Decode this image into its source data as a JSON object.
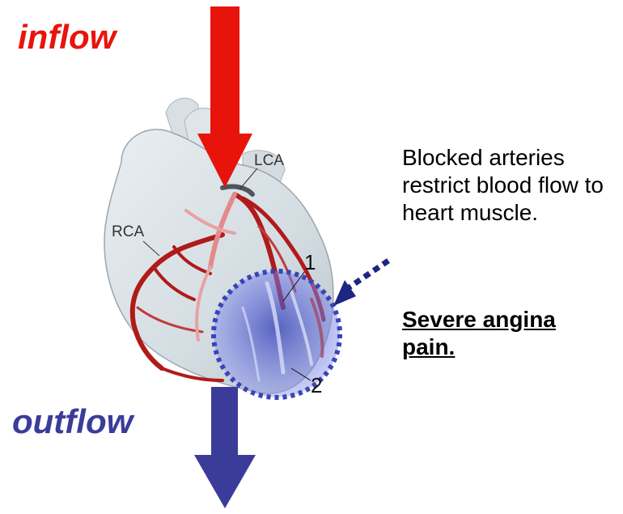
{
  "flow": {
    "inflow": "inflow",
    "outflow": "outflow"
  },
  "heart": {
    "lca": "LCA",
    "rca": "RCA",
    "point1": "1",
    "point2": "2"
  },
  "caption": {
    "description": "Blocked arteries restrict blood flow to heart muscle.",
    "severe": "Severe angina pain."
  },
  "colors": {
    "inflow": "#e8140c",
    "outflow": "#3b3c9a",
    "artery": "#b01a1a",
    "blockage": "#5560d6",
    "pointer": "#1d2683"
  }
}
